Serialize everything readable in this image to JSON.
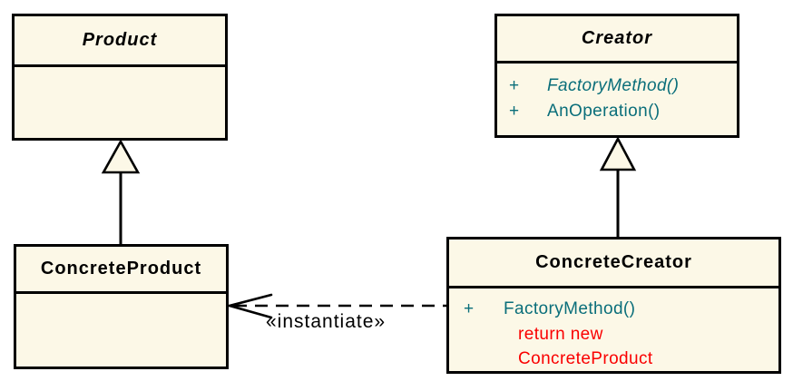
{
  "diagram": {
    "instantiate_label": "«instantiate»",
    "colors": {
      "background": "#ffffff",
      "box_fill": "#fcf8e7",
      "border": "#000000",
      "title_text": "#000000",
      "method_text": "#0a6e7a",
      "note_text": "#fa0000"
    },
    "classes": {
      "product": {
        "name": "Product",
        "stereotype": "abstract"
      },
      "creator": {
        "name": "Creator",
        "stereotype": "abstract",
        "members": [
          {
            "visibility": "+",
            "label": "FactoryMethod()",
            "style": "italic"
          },
          {
            "visibility": "+",
            "label": "AnOperation()",
            "style": "normal"
          }
        ]
      },
      "concrete_product": {
        "name": "ConcreteProduct"
      },
      "concrete_creator": {
        "name": "ConcreteCreator",
        "members": [
          {
            "visibility": "+",
            "label": "FactoryMethod()",
            "style": "normal"
          }
        ],
        "note": [
          "return new",
          "ConcreteProduct"
        ]
      }
    },
    "relations": [
      {
        "type": "generalization",
        "from": "ConcreteProduct",
        "to": "Product"
      },
      {
        "type": "generalization",
        "from": "ConcreteCreator",
        "to": "Creator"
      },
      {
        "type": "dependency-dashed",
        "from": "ConcreteCreator",
        "to": "ConcreteProduct",
        "label": "«instantiate»"
      }
    ]
  }
}
